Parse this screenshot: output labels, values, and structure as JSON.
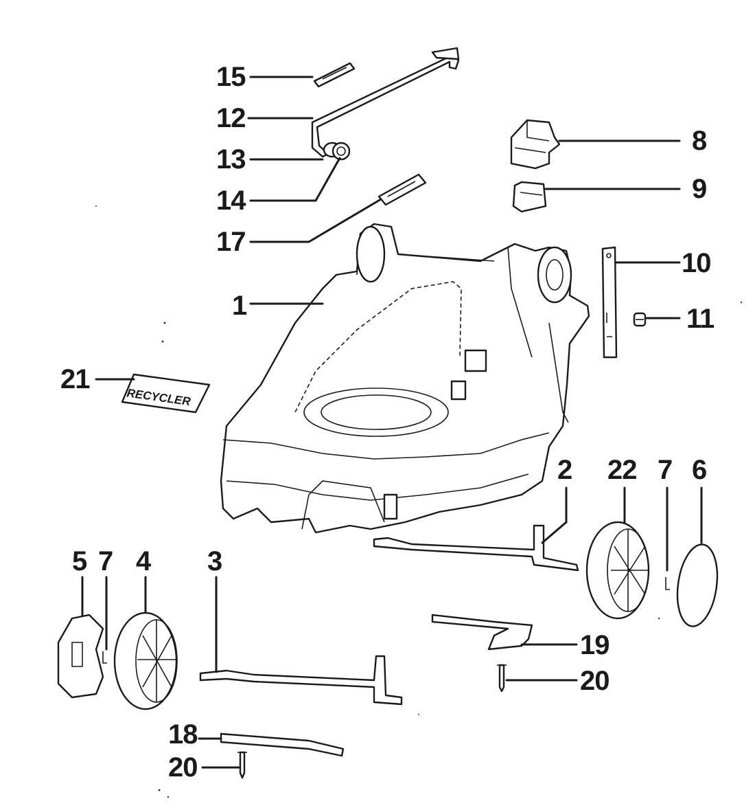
{
  "callouts": {
    "c1": "1",
    "c2": "2",
    "c3": "3",
    "c4": "4",
    "c5": "5",
    "c6": "6",
    "c7a": "7",
    "c7b": "7",
    "c8": "8",
    "c9": "9",
    "c10": "10",
    "c11": "11",
    "c12": "12",
    "c13": "13",
    "c14": "14",
    "c15": "15",
    "c17": "17",
    "c18": "18",
    "c19": "19",
    "c20a": "20",
    "c20b": "20",
    "c21": "21",
    "c22": "22"
  },
  "labels": {
    "recycler_sticker": "RECYCLER"
  }
}
